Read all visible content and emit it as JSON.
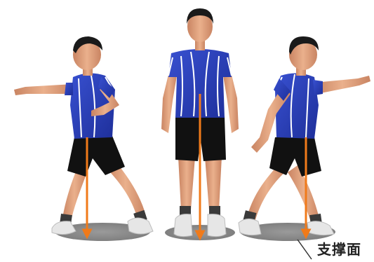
{
  "figures": [
    {
      "pose": "stance-left-lunge",
      "arm_reach": "left"
    },
    {
      "pose": "standing-front"
    },
    {
      "pose": "stance-right-lunge",
      "arm_reach": "right"
    }
  ],
  "annotation": {
    "label": "支撑面"
  },
  "colors": {
    "shirt": "#2a3fb8",
    "shirt_stripe": "#ffffff",
    "shorts": "#111111",
    "skin": "#e3a27c",
    "hair": "#1a1a1a",
    "arrow": "#f07a1a",
    "ground": "#8f8f8f",
    "shoe": "#e6e6e6",
    "sock": "#3a3a3a"
  }
}
